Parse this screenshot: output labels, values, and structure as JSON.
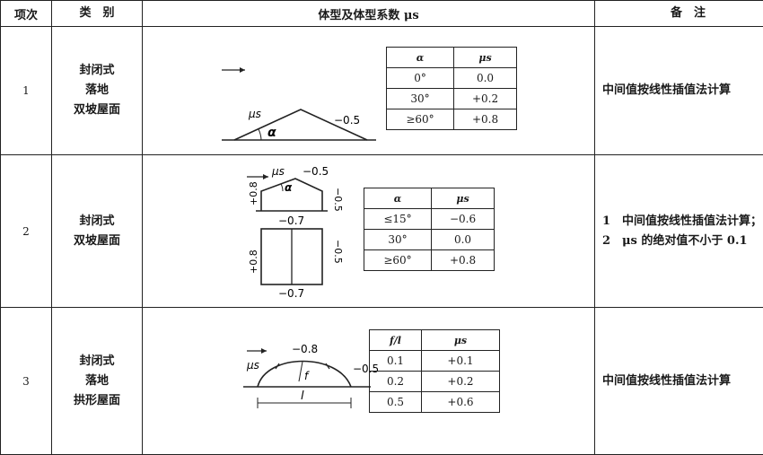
{
  "headers": {
    "no": "项次",
    "category": "类　别",
    "shape": "体型及体型系数 μs",
    "note": "备　注"
  },
  "rows": [
    {
      "no": "1",
      "category": [
        "封闭式",
        "落地",
        "双坡屋面"
      ],
      "fig": {
        "mu": "μs",
        "right": "−0.5",
        "alpha": "α"
      },
      "table": {
        "col1": "α",
        "col2": "μs",
        "rows": [
          [
            "0°",
            "0.0"
          ],
          [
            "30°",
            "+0.2"
          ],
          [
            "≥60°",
            "+0.8"
          ]
        ]
      },
      "note": [
        "中间值按线性插值法计算"
      ]
    },
    {
      "no": "2",
      "category": [
        "封闭式",
        "双坡屋面"
      ],
      "fig": {
        "mu": "μs",
        "roof_right": "−0.5",
        "left": "+0.8",
        "right": "−0.5",
        "bottom_top": "−0.7",
        "plan_left": "+0.8",
        "plan_right": "−0.5",
        "plan_bottom": "−0.7",
        "alpha": "α"
      },
      "table": {
        "col1": "α",
        "col2": "μs",
        "rows": [
          [
            "≤15°",
            "−0.6"
          ],
          [
            "30°",
            "0.0"
          ],
          [
            "≥60°",
            "+0.8"
          ]
        ]
      },
      "note": [
        "1　中间值按线性插值法计算；",
        "2　μs 的绝对值不小于 0.1"
      ]
    },
    {
      "no": "3",
      "category": [
        "封闭式",
        "落地",
        "拱形屋面"
      ],
      "fig": {
        "mu": "μs",
        "top": "−0.8",
        "right": "−0.5",
        "f": "f",
        "l": "l"
      },
      "table": {
        "col1": "f/l",
        "col2": "μs",
        "rows": [
          [
            "0.1",
            "+0.1"
          ],
          [
            "0.2",
            "+0.2"
          ],
          [
            "0.5",
            "+0.6"
          ]
        ]
      },
      "note": [
        "中间值按线性插值法计算"
      ]
    }
  ]
}
